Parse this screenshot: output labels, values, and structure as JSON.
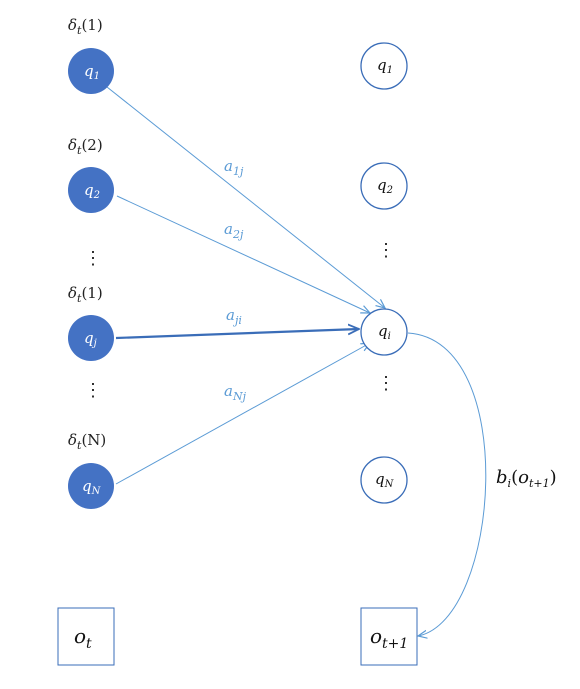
{
  "colors": {
    "filled_node": "#4472C4",
    "node_outline": "#3A6DB8",
    "edge": "#5B9BD5",
    "edge_label": "#5B9BD5",
    "text": "#111111",
    "white": "#ffffff"
  },
  "left_column": {
    "nodes": [
      {
        "delta": "δt(1)",
        "delta_base": "δ",
        "delta_sub": "t",
        "delta_arg": "(1)",
        "label_base": "q",
        "label_sub": "1"
      },
      {
        "delta": "δt(2)",
        "delta_base": "δ",
        "delta_sub": "t",
        "delta_arg": "(2)",
        "label_base": "q",
        "label_sub": "2"
      },
      {
        "delta": "δt(1)",
        "delta_base": "δ",
        "delta_sub": "t",
        "delta_arg": "(1)",
        "label_base": "q",
        "label_sub": "j"
      },
      {
        "delta": "δt(N)",
        "delta_base": "δ",
        "delta_sub": "t",
        "delta_arg": "(N)",
        "label_base": "q",
        "label_sub": "N"
      }
    ],
    "ellipsis": [
      "⋮",
      "⋮"
    ],
    "observation": {
      "base": "o",
      "sub": "t"
    }
  },
  "right_column": {
    "nodes": [
      {
        "label_base": "q",
        "label_sub": "1"
      },
      {
        "label_base": "q",
        "label_sub": "2"
      },
      {
        "label_base": "q",
        "label_sub": "i"
      },
      {
        "label_base": "q",
        "label_sub": "N"
      }
    ],
    "ellipsis": [
      "⋮",
      "⋮"
    ],
    "observation": {
      "base": "o",
      "sub": "t+1"
    }
  },
  "edges": [
    {
      "base": "a",
      "sub": "1j"
    },
    {
      "base": "a",
      "sub": "2j"
    },
    {
      "base": "a",
      "sub": "ji"
    },
    {
      "base": "a",
      "sub": "Nj"
    }
  ],
  "emission": {
    "base": "b",
    "sub": "i",
    "arg_open": "(",
    "arg_base": "o",
    "arg_sub": "t+1",
    "arg_close": ")"
  }
}
